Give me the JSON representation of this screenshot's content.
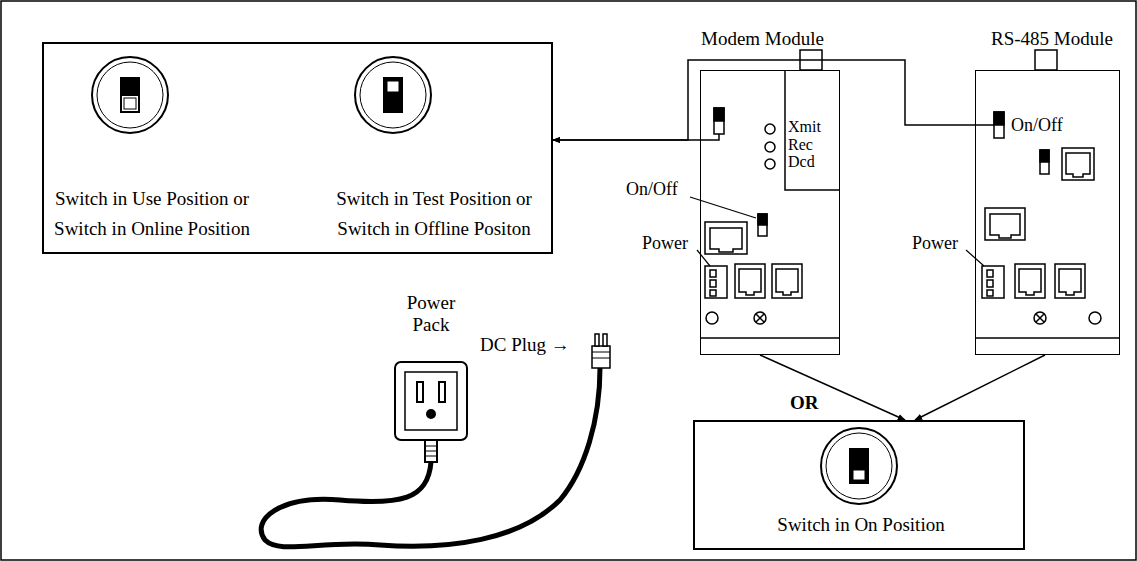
{
  "diagram": {
    "nodes": [
      {
        "text": [
          "Switch in Use Position or Switch in Online Position",
          "Switch in Test Position or Switch in Offline Positon"
        ]
      },
      {
        "text": [
          "Modem Module"
        ]
      },
      {
        "text": [
          "RS-485 Module"
        ]
      },
      {
        "text": [
          "Switch in On Position"
        ]
      }
    ],
    "edges": [
      {
        "from": 1,
        "to": 0,
        "arrow": "to"
      },
      {
        "from": 2,
        "to": 0,
        "arrow": "to"
      },
      {
        "from": 1,
        "to": 3,
        "arrow": "to"
      },
      {
        "from": 2,
        "to": 3,
        "arrow": "to"
      }
    ],
    "labels": [
      "Xmit",
      "Rec",
      "Dcd",
      "On/Off",
      "Power",
      "On/Off",
      "Power",
      "Power Pack",
      "DC Plug →",
      "OR"
    ]
  }
}
